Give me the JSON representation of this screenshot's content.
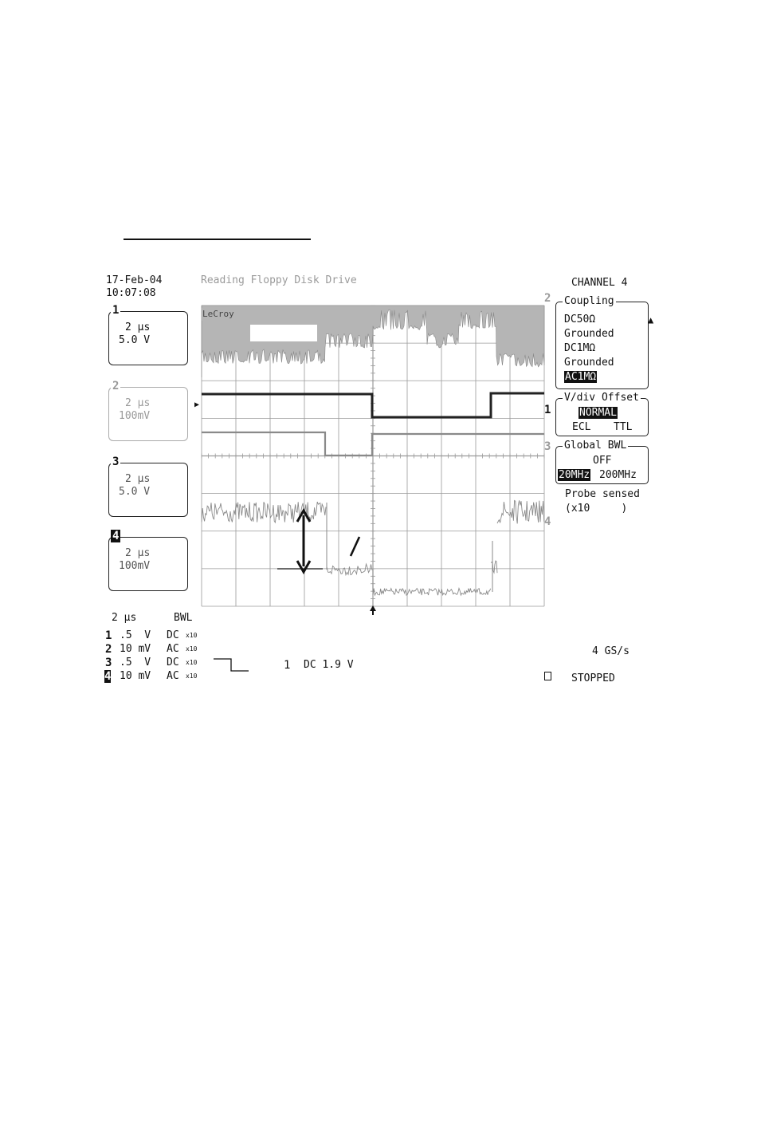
{
  "date": "17-Feb-04",
  "time": "10:07:08",
  "title": "Reading Floppy Disk Drive",
  "brand": "LeCroy",
  "channels": [
    {
      "num": "1",
      "timebase": "2 µs",
      "scale": "5.0 V",
      "active": true
    },
    {
      "num": "2",
      "timebase": "2 µs",
      "scale": "100mV",
      "active": false
    },
    {
      "num": "3",
      "timebase": "2 µs",
      "scale": "5.0 V",
      "active": true
    },
    {
      "num": "4",
      "timebase": "2 µs",
      "scale": "100mV",
      "active": true
    }
  ],
  "summary": {
    "timebase": "2 µs",
    "bwl": "BWL",
    "rows": [
      {
        "num": "1",
        "scale": ".5  V",
        "coupling": "DC"
      },
      {
        "num": "2",
        "scale": "10 mV",
        "coupling": "AC"
      },
      {
        "num": "3",
        "scale": ".5  V",
        "coupling": "DC"
      },
      {
        "num": "4",
        "scale": "10 mV",
        "coupling": "AC"
      }
    ],
    "probe_mark": "x10"
  },
  "trigger": {
    "source": "1",
    "coupling_level": "DC 1.9 V"
  },
  "sample_rate": "4 GS/s",
  "status": "STOPPED",
  "menu": {
    "heading": "CHANNEL 4",
    "coupling": {
      "title": "Coupling",
      "options": [
        "DC50Ω",
        "Grounded",
        "DC1MΩ",
        "Grounded",
        "AC1MΩ"
      ],
      "selected": "AC1MΩ"
    },
    "vdiv": {
      "title": "V/div Offset",
      "selected": "NORMAL",
      "options": [
        "ECL",
        "TTL"
      ]
    },
    "bwl": {
      "title": "Global BWL",
      "off": "OFF",
      "selected": "20MHz",
      "other": "200MHz"
    },
    "probe": {
      "line1": "Probe sensed",
      "line2": "(x10     )"
    }
  },
  "markers": {
    "right": [
      "2",
      "1",
      "3",
      "4"
    ]
  },
  "colors": {
    "grid": "#9a9a9a",
    "trace_dark": "#222222",
    "trace_gray": "#8a8a8a",
    "ch2_fill": "#b5b5b5"
  }
}
